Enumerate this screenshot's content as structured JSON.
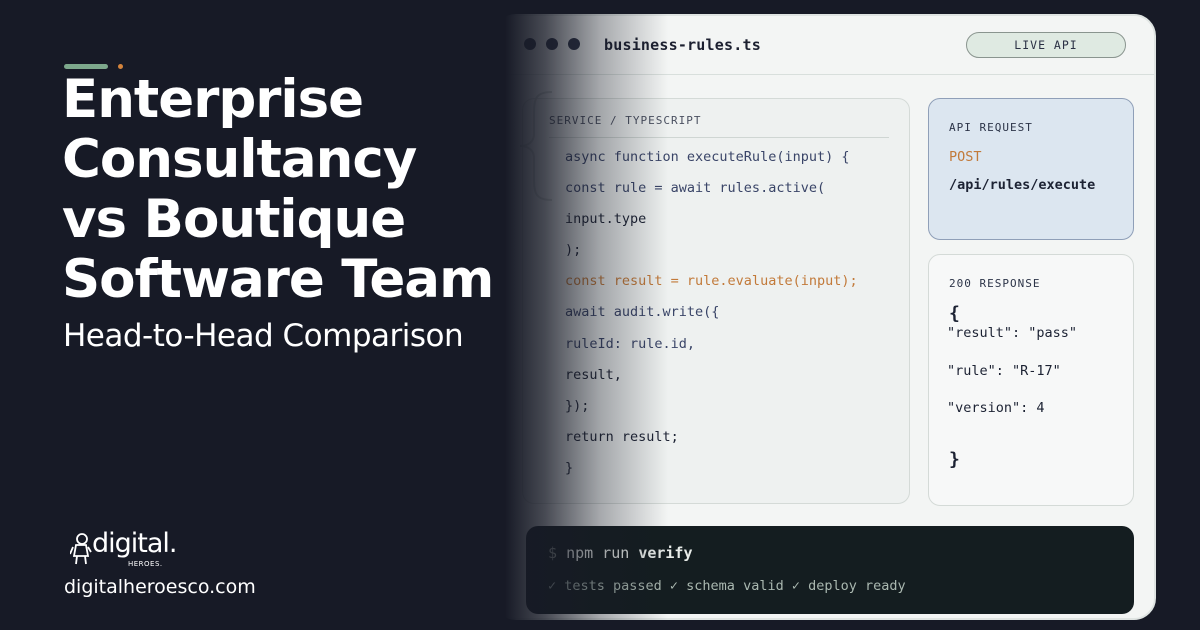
{
  "hero": {
    "title_lines": [
      "Enterprise",
      "Consultancy",
      "vs Boutique",
      "Software Team"
    ],
    "subtitle": "Head-to-Head Comparison",
    "website": "digitalheroesco.com"
  },
  "logo": {
    "wordmark": "digital.",
    "tagline": "HEROES."
  },
  "editor": {
    "filename": "business-rules.ts",
    "status_badge": "LIVE API",
    "code_card_label": "SERVICE / TYPESCRIPT",
    "code_lines": [
      "async function executeRule(input) {",
      "const rule = await rules.active(",
      "input.type",
      ");",
      "const result = rule.evaluate(input);",
      "await audit.write({",
      "ruleId: rule.id,",
      "result,",
      "});",
      "return result;",
      "}"
    ]
  },
  "api_request": {
    "label": "API REQUEST",
    "method": "POST",
    "path": "/api/rules/execute"
  },
  "api_response": {
    "label": "200 RESPONSE",
    "open_brace": "{",
    "lines": [
      "\"result\": \"pass\"",
      "\"rule\": \"R-17\"",
      "\"version\": 4"
    ],
    "close_brace": "}"
  },
  "terminal": {
    "prompt": "$",
    "command": "npm run",
    "command_arg": "verify",
    "output": "✓ tests passed ✓ schema valid ✓ deploy ready"
  },
  "colors": {
    "background": "#171a26",
    "accent_green": "#7da88c",
    "accent_orange": "#d4843c",
    "method_orange": "#c27a3a",
    "request_card": "#dce6f0",
    "terminal_bg": "#141d20"
  }
}
